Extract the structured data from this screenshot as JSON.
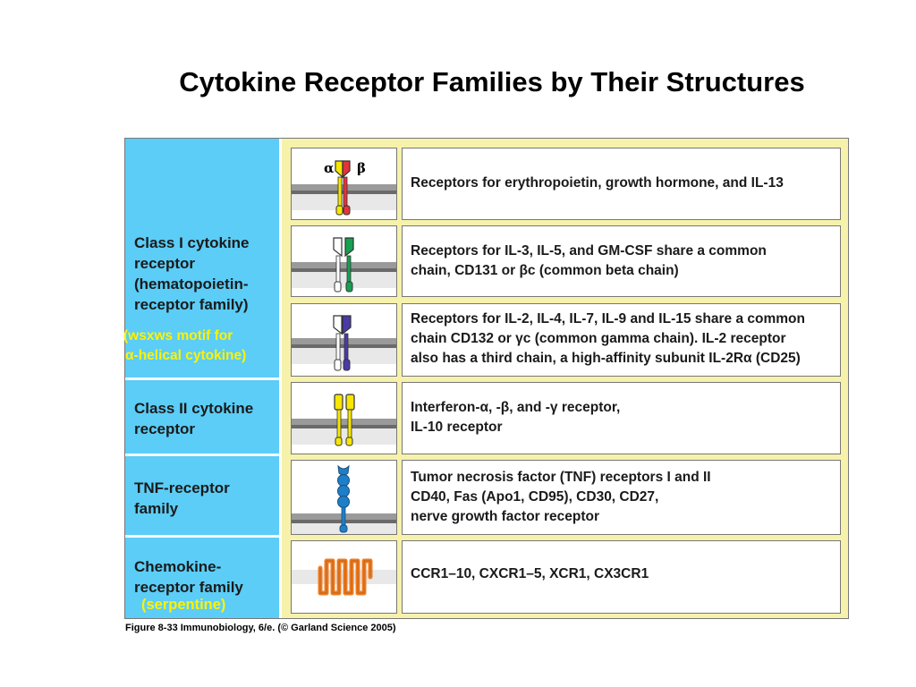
{
  "title": "Cytokine Receptor Families by Their Structures",
  "classes": {
    "class1": [
      "Class I cytokine",
      "receptor",
      "(hematopoietin-",
      "receptor family)"
    ],
    "class1_note": [
      "(wsxws motif for",
      "α-helical cytokine)"
    ],
    "class2": [
      "Class II cytokine",
      "receptor"
    ],
    "tnf": [
      "TNF-receptor",
      "family"
    ],
    "chemokine": [
      "Chemokine-",
      "receptor family"
    ],
    "chemokine_note": "(serpentine)"
  },
  "icon_labels": {
    "alpha": "α",
    "beta": "β"
  },
  "rows": [
    {
      "lines": [
        "Receptors for erythropoietin, growth hormone, and IL-13"
      ]
    },
    {
      "lines": [
        "Receptors  for IL-3, IL-5, and GM-CSF share a common",
        "chain, CD131 or βc (common beta chain)"
      ]
    },
    {
      "lines": [
        "Receptors for IL-2, IL-4, IL-7, IL-9 and IL-15 share a common",
        "chain CD132 or γc (common gamma chain). IL-2 receptor",
        "also has a third chain, a high-affinity subunit IL-2Rα (CD25)"
      ]
    },
    {
      "lines": [
        "Interferon-α, -β, and -γ receptor,",
        "IL-10 receptor"
      ]
    },
    {
      "lines": [
        "Tumor necrosis factor (TNF) receptors  I and II",
        "CD40,  Fas (Apo1, CD95), CD30, CD27,",
        "nerve  growth  factor receptor"
      ]
    },
    {
      "lines": [
        "CCR1–10, CXCR1–5, XCR1, CX3CR1"
      ]
    }
  ],
  "caption": "Figure 8-33  Immunobiology, 6/e. (© Garland Science 2005)",
  "colors": {
    "yellow": "#f7e600",
    "red": "#e4343b",
    "green": "#15a150",
    "purple": "#4a3aa8",
    "blue": "#1e7fc8",
    "orange": "#ef7d22",
    "panel": "#5bcdf7",
    "background": "#f6f2ab"
  }
}
